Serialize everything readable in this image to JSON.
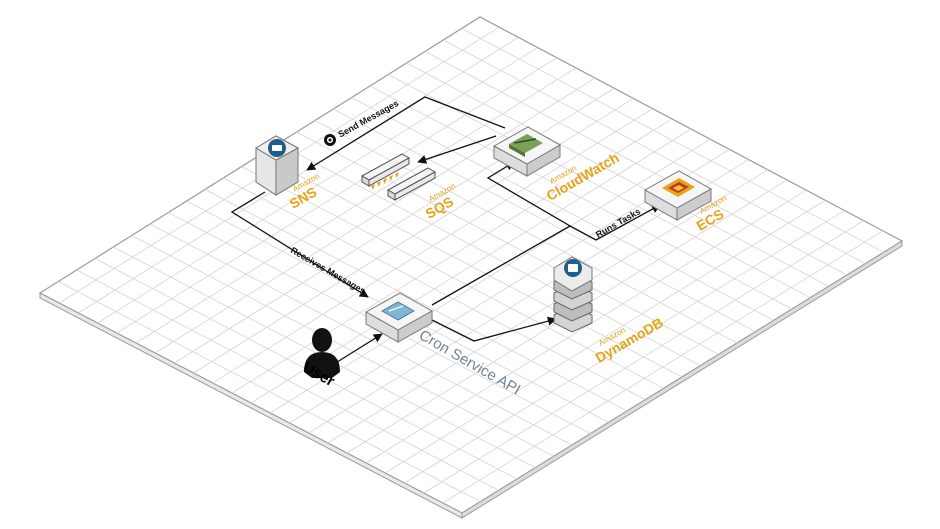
{
  "diagram": {
    "nodes": {
      "sns": {
        "small": "Amazon",
        "name": "SNS"
      },
      "sqs": {
        "small": "Amazon",
        "name": "SQS"
      },
      "cloudwatch": {
        "small": "Amazon",
        "name": "CloudWatch"
      },
      "ecs": {
        "small": "Amazon",
        "name": "ECS"
      },
      "dynamodb": {
        "small": "Amazon",
        "name": "DynamoDB"
      },
      "cron": {
        "label": "Cron Service API"
      },
      "user": {
        "label": "User"
      }
    },
    "edges": {
      "send_messages": "Send Messages",
      "receives_messages": "Receives Messages",
      "runs_tasks": "Runs Tasks"
    },
    "colors": {
      "aws_accent": "#e8a317",
      "service_label": "#6f8595",
      "grid_line": "#d4d4d4",
      "box_face": "#f4f4f4"
    }
  }
}
